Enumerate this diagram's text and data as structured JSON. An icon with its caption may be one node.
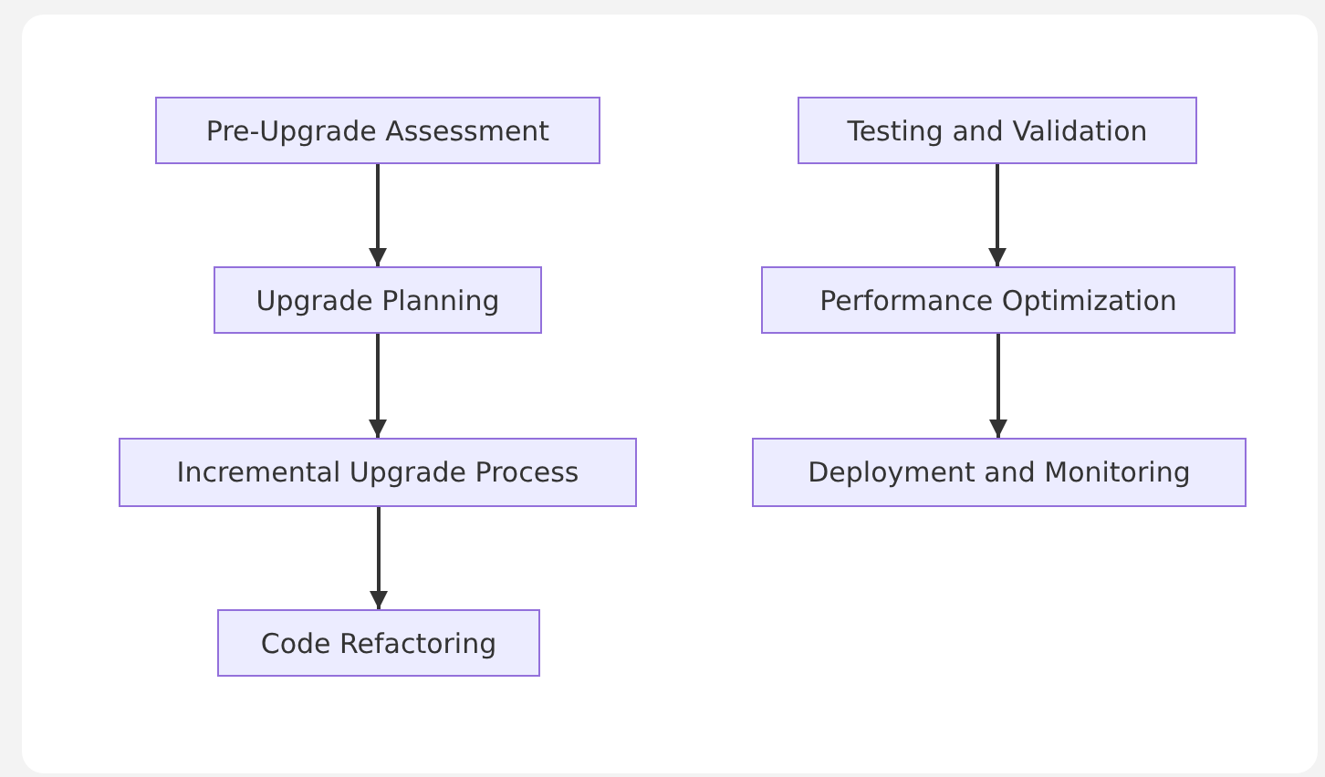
{
  "diagram": {
    "nodes": [
      {
        "text": [
          "Pre-Upgrade Assessment"
        ]
      },
      {
        "text": [
          "Upgrade Planning"
        ]
      },
      {
        "text": [
          "Incremental Upgrade Process"
        ]
      },
      {
        "text": [
          "Code Refactoring"
        ]
      },
      {
        "text": [
          "Testing and Validation"
        ]
      },
      {
        "text": [
          "Performance Optimization"
        ]
      },
      {
        "text": [
          "Deployment and Monitoring"
        ]
      }
    ],
    "edges": [
      {
        "from": 0,
        "to": 1,
        "arrow": "to"
      },
      {
        "from": 1,
        "to": 2,
        "arrow": "to"
      },
      {
        "from": 2,
        "to": 3,
        "arrow": "to"
      },
      {
        "from": 4,
        "to": 5,
        "arrow": "to"
      },
      {
        "from": 5,
        "to": 6,
        "arrow": "to"
      }
    ]
  }
}
